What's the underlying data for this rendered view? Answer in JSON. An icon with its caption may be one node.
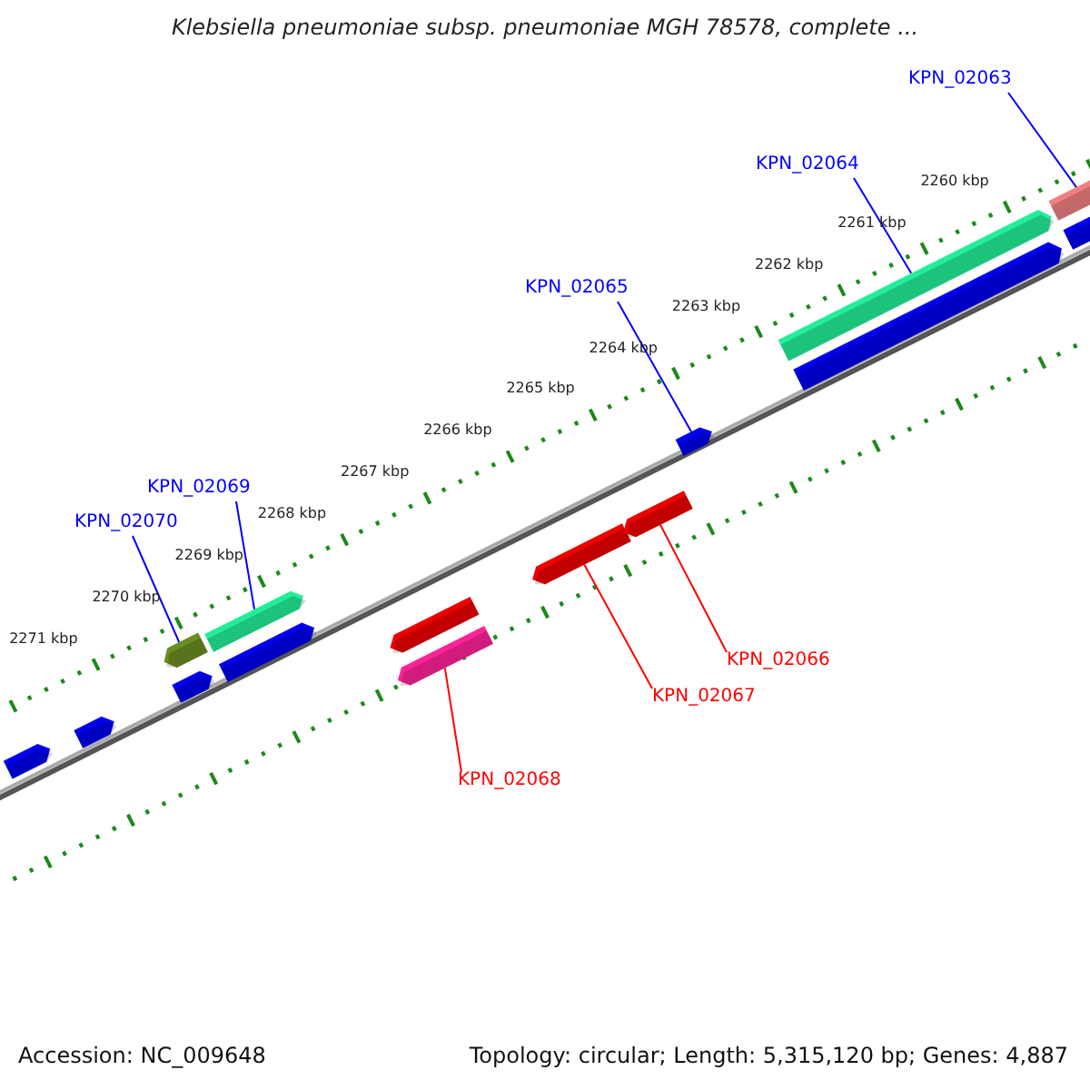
{
  "diagram": {
    "title": "Klebsiella pneumoniae subsp. pneumoniae MGH 78578, complete ...",
    "nodes": [
      {
        "text": [
          "KPN_02063"
        ]
      },
      {
        "text": [
          "KPN_02064"
        ]
      },
      {
        "text": [
          "KPN_02065"
        ]
      },
      {
        "text": [
          "KPN_02069"
        ]
      },
      {
        "text": [
          "KPN_02070"
        ]
      },
      {
        "text": [
          "KPN_02066"
        ]
      },
      {
        "text": [
          "KPN_02067"
        ]
      },
      {
        "text": [
          "KPN_02068"
        ]
      },
      {
        "text": [],
        "shape": "bar"
      },
      {
        "text": [],
        "shape": "bar"
      },
      {
        "text": [],
        "shape": "bar"
      },
      {
        "text": [],
        "shape": "bar"
      },
      {
        "text": [],
        "shape": "bar"
      },
      {
        "text": [],
        "shape": "bar"
      },
      {
        "text": [],
        "shape": "bar"
      },
      {
        "text": [],
        "shape": "bar"
      },
      {
        "text": [],
        "shape": "bar"
      },
      {
        "text": [],
        "shape": "bar"
      },
      {
        "text": [],
        "shape": "bar"
      },
      {
        "text": [],
        "shape": "bar"
      },
      {
        "text": [],
        "shape": "bar"
      },
      {
        "text": [],
        "shape": "bar"
      },
      {
        "text": [],
        "shape": "bar"
      }
    ],
    "edges": [
      {
        "from": 0,
        "to": 21,
        "arrow": "none"
      },
      {
        "from": 1,
        "to": 19,
        "arrow": "none"
      },
      {
        "from": 2,
        "to": 18,
        "arrow": "none"
      },
      {
        "from": 3,
        "to": 12,
        "arrow": "none"
      },
      {
        "from": 4,
        "to": 10,
        "arrow": "none"
      },
      {
        "from": 5,
        "to": 17,
        "arrow": "none",
        "color": "#ff0000"
      },
      {
        "from": 6,
        "to": 16,
        "arrow": "none",
        "color": "#ff0000"
      },
      {
        "from": 7,
        "to": 15,
        "arrow": "none",
        "color": "#ff0000"
      }
    ],
    "labels": [
      "2260 kbp",
      "2261 kbp",
      "2262 kbp",
      "2263 kbp",
      "2264 kbp",
      "2265 kbp",
      "2266 kbp",
      "2267 kbp",
      "2268 kbp",
      "2269 kbp",
      "2270 kbp",
      "2271 kbp",
      "Accession: NC_009648",
      "Topology: circular; Length: 5,315,120 bp; Genes: 4,887"
    ]
  }
}
